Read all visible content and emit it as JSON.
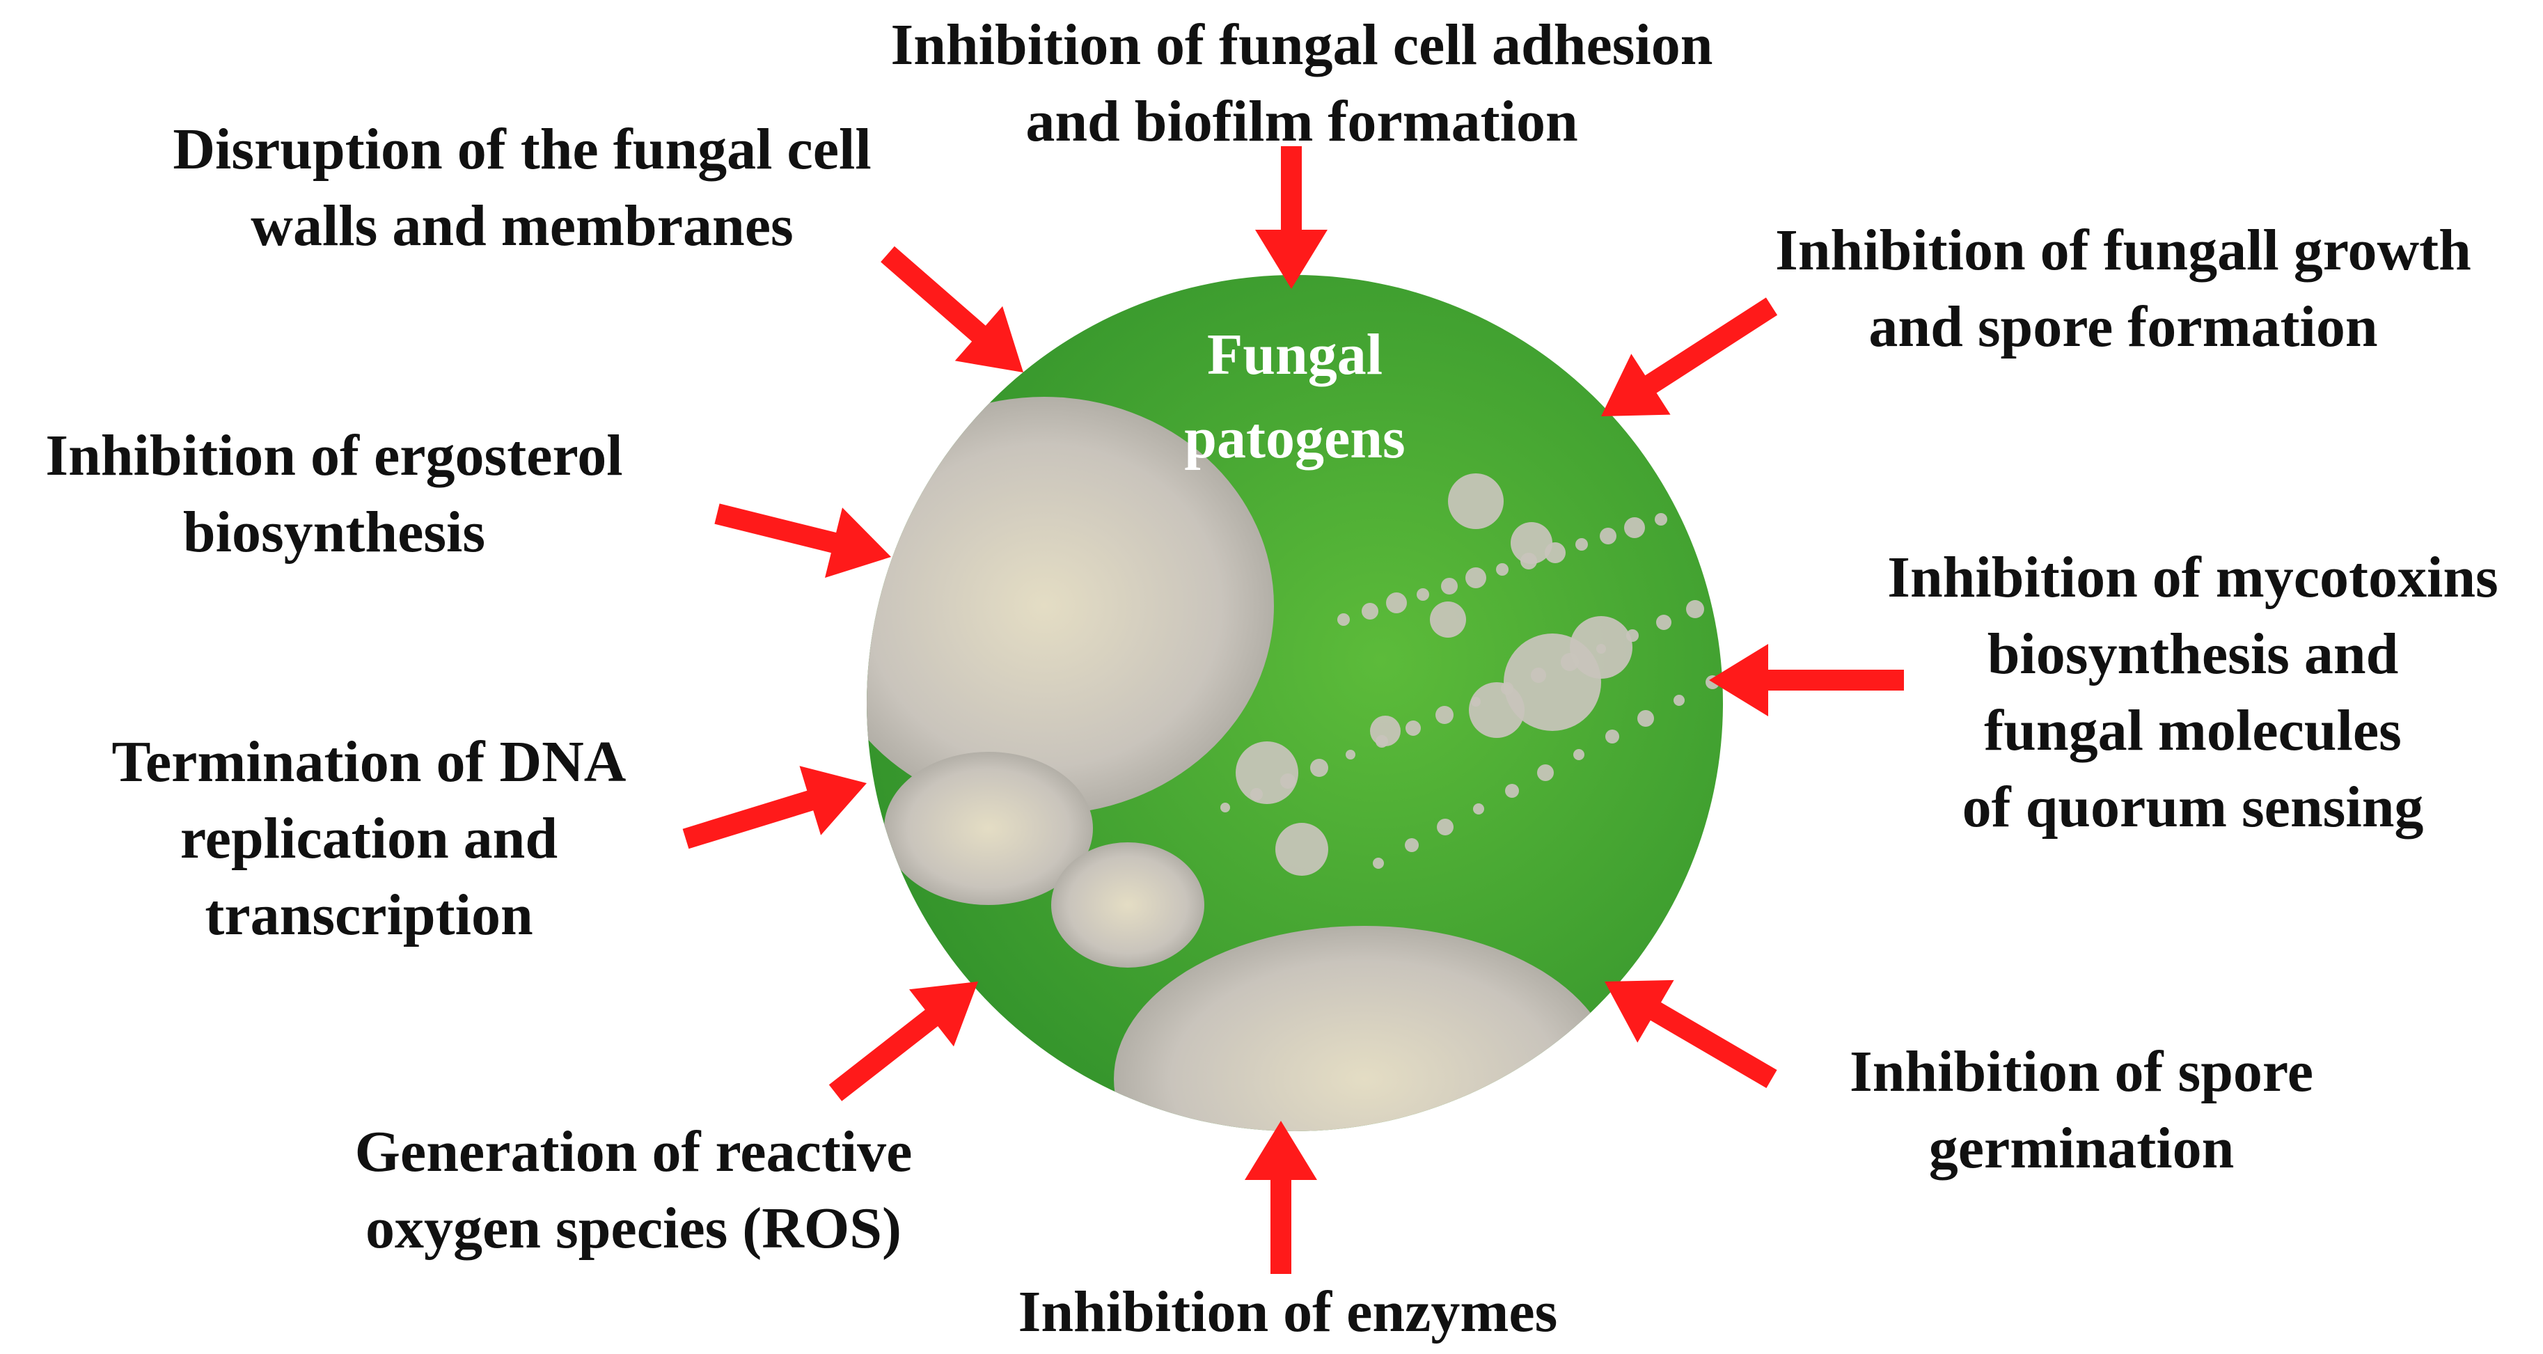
{
  "dish": {
    "title_lines": [
      "Fungal",
      "patogens"
    ],
    "agar_color": "#2f8f2a",
    "agar_light": "#5cbb3a",
    "mycelium_color": "#c9c4bc"
  },
  "arrow_color": "#ff1a1a",
  "mechanisms": [
    {
      "id": "adhesion",
      "lines": [
        "Inhibition of fungal cell adhesion",
        "and biofilm formation"
      ]
    },
    {
      "id": "growth",
      "lines": [
        "Inhibition of fungall growth",
        "and  spore formation"
      ]
    },
    {
      "id": "mycotoxins",
      "lines": [
        "Inhibition of mycotoxins",
        "biosynthesis and",
        "fungal molecules",
        "of quorum sensing"
      ]
    },
    {
      "id": "germination",
      "lines": [
        "Inhibition of spore",
        "germination"
      ]
    },
    {
      "id": "enzymes",
      "lines": [
        "Inhibition of enzymes"
      ]
    },
    {
      "id": "ros",
      "lines": [
        "Generation of reactive",
        "oxygen species (ROS)"
      ]
    },
    {
      "id": "dna",
      "lines": [
        "Termination of DNA",
        "replication and",
        "transcription"
      ]
    },
    {
      "id": "ergosterol",
      "lines": [
        "Inhibition of ergosterol",
        "biosynthesis"
      ]
    },
    {
      "id": "walls",
      "lines": [
        "Disruption of the fungal cell",
        "walls and membranes"
      ]
    }
  ]
}
